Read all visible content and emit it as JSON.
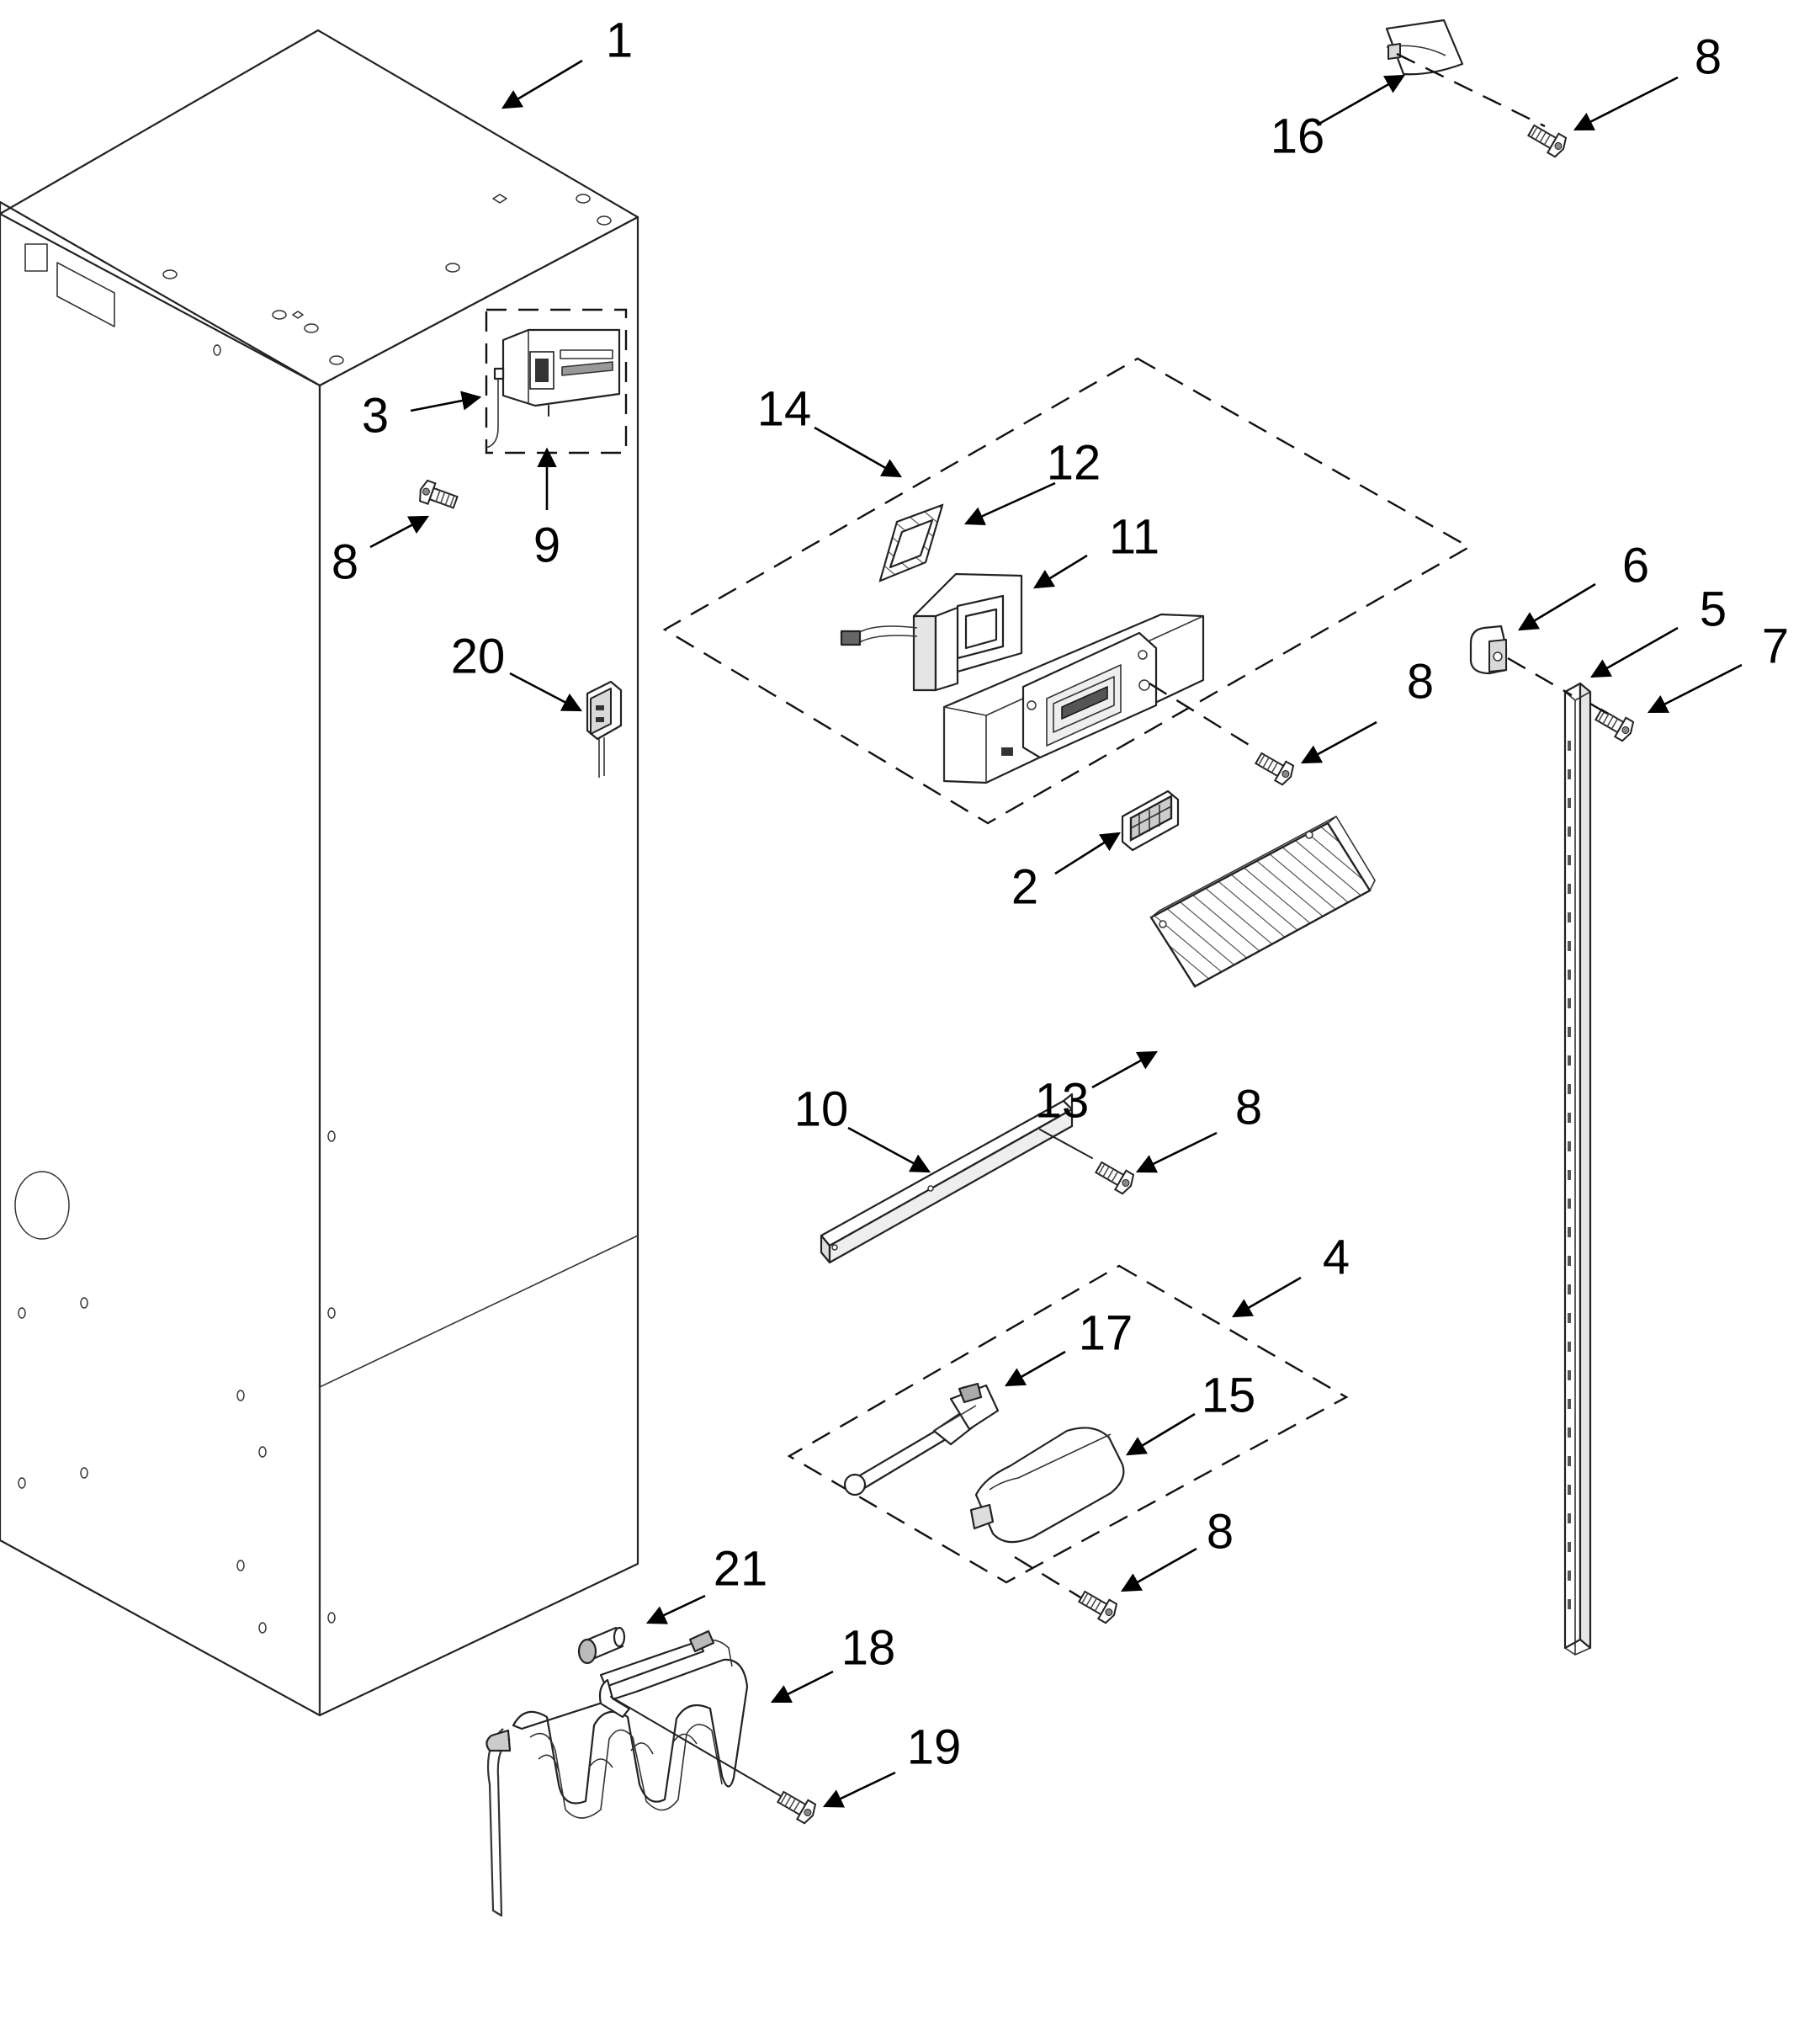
{
  "callouts": [
    {
      "id": "c1",
      "text": "1"
    },
    {
      "id": "c8a",
      "text": "8"
    },
    {
      "id": "c16",
      "text": "16"
    },
    {
      "id": "c3",
      "text": "3"
    },
    {
      "id": "c8b",
      "text": "8"
    },
    {
      "id": "c9",
      "text": "9"
    },
    {
      "id": "c14",
      "text": "14"
    },
    {
      "id": "c12",
      "text": "12"
    },
    {
      "id": "c11",
      "text": "11"
    },
    {
      "id": "c6",
      "text": "6"
    },
    {
      "id": "c5",
      "text": "5"
    },
    {
      "id": "c7",
      "text": "7"
    },
    {
      "id": "c20",
      "text": "20"
    },
    {
      "id": "c8c",
      "text": "8"
    },
    {
      "id": "c2",
      "text": "2"
    },
    {
      "id": "c13",
      "text": "13"
    },
    {
      "id": "c10",
      "text": "10"
    },
    {
      "id": "c8d",
      "text": "8"
    },
    {
      "id": "c4",
      "text": "4"
    },
    {
      "id": "c17",
      "text": "17"
    },
    {
      "id": "c15",
      "text": "15"
    },
    {
      "id": "c8e",
      "text": "8"
    },
    {
      "id": "c21",
      "text": "21"
    },
    {
      "id": "c18",
      "text": "18"
    },
    {
      "id": "c19",
      "text": "19"
    }
  ]
}
